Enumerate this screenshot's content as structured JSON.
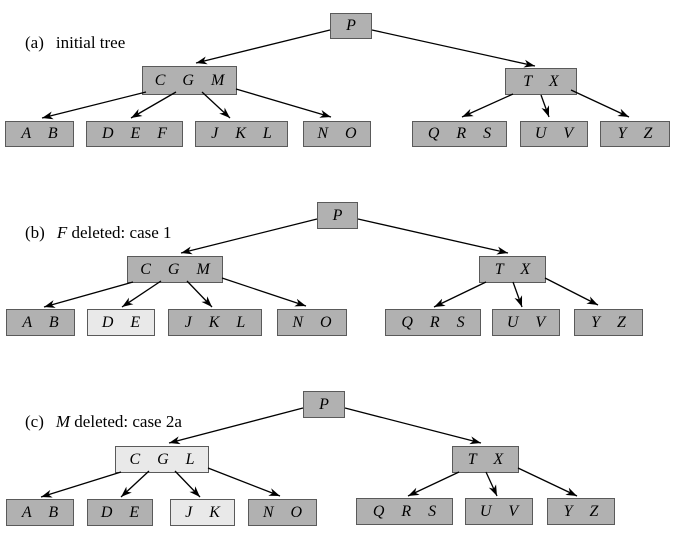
{
  "figure": {
    "colors": {
      "background": "#ffffff",
      "node_fill": "#b1b1b1",
      "node_fill_light": "#e9e9e9",
      "node_border": "#5a5a5a",
      "edge": "#000000",
      "text": "#000000"
    },
    "sections": [
      {
        "caption": {
          "tag": "(a)",
          "em": "",
          "rest": "initial tree"
        },
        "tree": {
          "label": "P",
          "children": [
            {
              "label": "C G M",
              "children": [
                {
                  "label": "A B"
                },
                {
                  "label": "D E F"
                },
                {
                  "label": "J K L"
                },
                {
                  "label": "N O"
                }
              ]
            },
            {
              "label": "T X",
              "children": [
                {
                  "label": "Q R S"
                },
                {
                  "label": "U V"
                },
                {
                  "label": "Y Z"
                }
              ]
            }
          ]
        }
      },
      {
        "caption": {
          "tag": "(b)",
          "em": "F",
          "rest": " deleted: case 1"
        },
        "tree": {
          "label": "P",
          "children": [
            {
              "label": "C G M",
              "children": [
                {
                  "label": "A B"
                },
                {
                  "label": "D E",
                  "highlighted": true
                },
                {
                  "label": "J K L"
                },
                {
                  "label": "N O"
                }
              ]
            },
            {
              "label": "T X",
              "children": [
                {
                  "label": "Q R S"
                },
                {
                  "label": "U V"
                },
                {
                  "label": "Y Z"
                }
              ]
            }
          ]
        }
      },
      {
        "caption": {
          "tag": "(c)",
          "em": "M",
          "rest": " deleted: case 2a"
        },
        "tree": {
          "label": "P",
          "children": [
            {
              "label": "C G L",
              "highlighted": true,
              "children": [
                {
                  "label": "A B"
                },
                {
                  "label": "D E"
                },
                {
                  "label": "J K",
                  "highlighted": true
                },
                {
                  "label": "N O"
                }
              ]
            },
            {
              "label": "T X",
              "children": [
                {
                  "label": "Q R S"
                },
                {
                  "label": "U V"
                },
                {
                  "label": "Y Z"
                }
              ]
            }
          ]
        }
      }
    ]
  }
}
